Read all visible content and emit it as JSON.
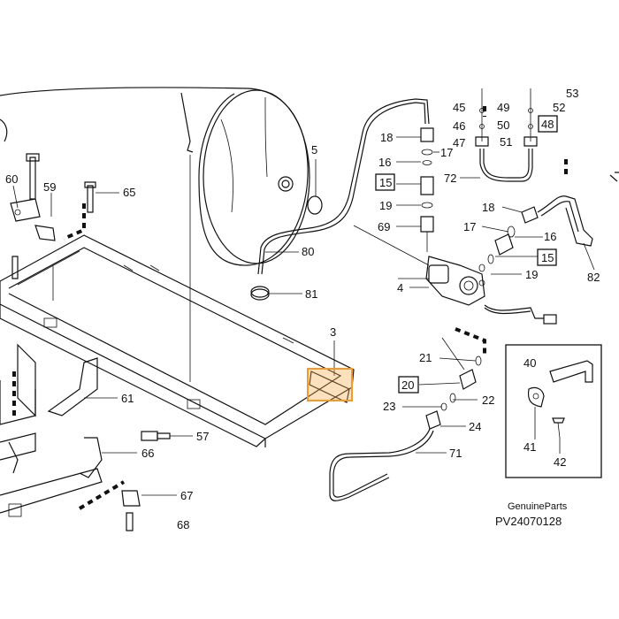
{
  "diagram": {
    "footer_brand": "GenuineParts",
    "footer_code": "PV24070128",
    "highlight_color": "#f29a2e",
    "labels": {
      "l3": "3",
      "l4": "4",
      "l5": "5",
      "l15a": "15",
      "l15b": "15",
      "l16a": "16",
      "l16b": "16",
      "l17a": "17",
      "l17b": "17",
      "l18a": "18",
      "l18b": "18",
      "l19a": "19",
      "l19b": "19",
      "l20": "20",
      "l21": "21",
      "l22": "22",
      "l23": "23",
      "l24": "24",
      "l40": "40",
      "l41": "41",
      "l42": "42",
      "l45": "45",
      "l46": "46",
      "l47": "47",
      "l48": "48",
      "l49": "49",
      "l50": "50",
      "l51": "51",
      "l52": "52",
      "l53": "53",
      "l57": "57",
      "l59": "59",
      "l60": "60",
      "l61": "61",
      "l65": "65",
      "l66": "66",
      "l67": "67",
      "l68": "68",
      "l69": "69",
      "l71": "71",
      "l72": "72",
      "l80": "80",
      "l81": "81",
      "l82": "82"
    }
  }
}
